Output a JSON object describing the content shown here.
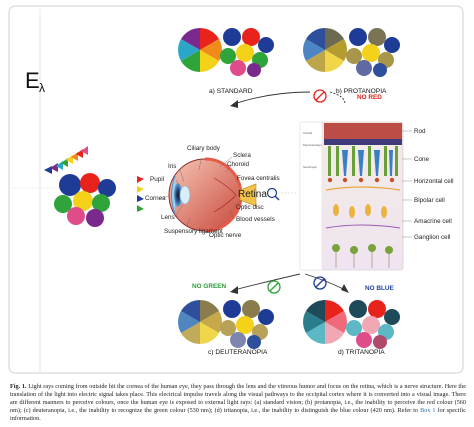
{
  "e_lambda": {
    "letter": "E",
    "sub": "λ"
  },
  "views": [
    {
      "key": "standard",
      "label": "a) STANDARD"
    },
    {
      "key": "protanopia",
      "label": "b) PROTANOPIA"
    },
    {
      "key": "deuteranopia",
      "label": "c) DEUTERANOPIA"
    },
    {
      "key": "tritanopia",
      "label": "d) TRITANOPIA"
    }
  ],
  "deficits": {
    "red": "NO RED",
    "green": "NO GREEN",
    "blue": "NO BLUE"
  },
  "eye_labels": {
    "iris": "Iris",
    "ciliary_body": "Ciliary body",
    "sclera": "Sclera",
    "choroid": "Choroid",
    "pupil": "Pupil",
    "fovea": "Fovea centralis",
    "cornea": "Cornea",
    "retina": "Retina",
    "optic_disc": "Optic disc",
    "lens": "Lens",
    "blood_vessels": "Blood vessels",
    "suspensory_ligament": "Suspensory ligament",
    "optic_nerve": "Optic nerve"
  },
  "retina_labels": {
    "rod": "Rod",
    "cone": "Cone",
    "horizontal": "Horizontal cell",
    "bipolar": "Bipolar cell",
    "amacrine": "Amacrine cell",
    "ganglion": "Ganglion cell",
    "choroid_small": "Choroid",
    "pigmented": "Pigmented layer",
    "neural": "Neural layer"
  },
  "caption": {
    "figlabel": "Fig. 1.",
    "text": "Light rays coming from outside hit the cornea of the human eye, they pass through the lens and the vitreous humor and focus on the retina, which is a nerve structure. Here the translation of the light into electric signal takes place. This electrical impulse travels along the visual pathways to the occipital cortex where it is converted into a visual image. There are different manners to perceive colours, once the human eye is exposed to external light rays: (a) standard vision; (b) protanopia, i.e., the inability to perceive the red colour (560 nm); (c) deuteranopia, i.e., the inability to recognize the green colour (530 nm); (d) tritanopia, i.e., the inability to distinguish the blue colour (420 nm). Refer to",
    "link": "Box 1",
    "tail": "for specific information."
  },
  "colors": {
    "red": "#e8231c",
    "green": "#2fa43a",
    "blue": "#1e3c96",
    "yellow": "#f4d21a",
    "purple": "#7a2a8c",
    "orange": "#f08a1a",
    "pink": "#e04c8a",
    "cyan": "#2aa6c9",
    "frame": "#bbbbbb"
  }
}
